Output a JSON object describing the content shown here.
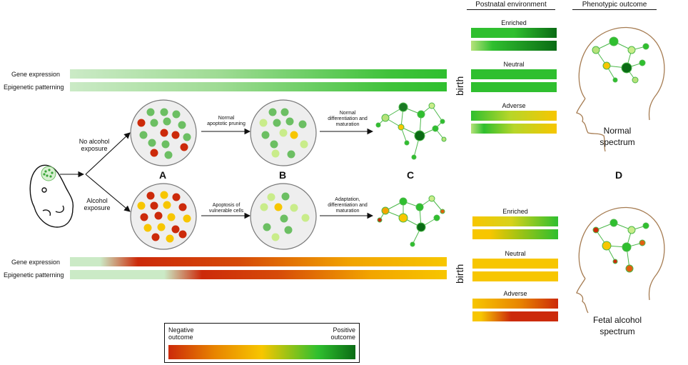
{
  "headers": {
    "postnatal": "Postnatal environment",
    "phenotypic": "Phenotypic outcome"
  },
  "rows": {
    "gene_expression": "Gene expression",
    "epigenetic_patterning": "Epigenetic patterning"
  },
  "birth": "birth",
  "paths": {
    "no_alcohol": "No alcohol\nexposure",
    "alcohol": "Alcohol\nexposure"
  },
  "arrows": {
    "normal_pruning": "Normal\napoptotic pruning",
    "normal_diff": "Normal\ndifferentiation and\nmaturation",
    "apoptosis_vulnerable": "Apoptosis of\nvulnerable cells",
    "adaptation": "Adaptation,\ndifferentiation and\nmaturation"
  },
  "stages": {
    "a": "A",
    "b": "B",
    "c": "C",
    "d": "D"
  },
  "environments": {
    "enriched": "Enriched",
    "neutral": "Neutral",
    "adverse": "Adverse"
  },
  "outcomes": {
    "normal": "Normal\nspectrum",
    "fetal": "Fetal alcohol\nspectrum"
  },
  "legend": {
    "negative": "Negative\noutcome",
    "positive": "Positive\noutcome"
  },
  "colors": {
    "green": "#2fbf2f",
    "dark_green": "#0a6b14",
    "yellow": "#f7c600",
    "red": "#cc2a0a",
    "light_green": "#c9e9c4"
  }
}
